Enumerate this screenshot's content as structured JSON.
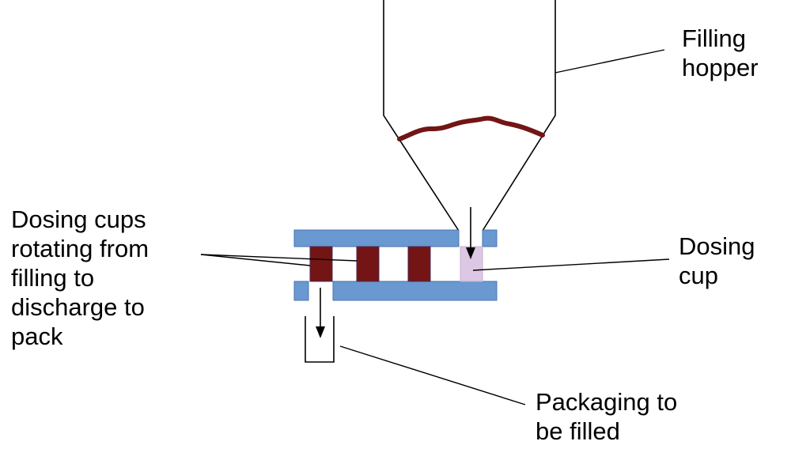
{
  "diagram": {
    "title": "Rotary dosing cup filler",
    "labels": {
      "filling_hopper": [
        "Filling",
        "hopper"
      ],
      "dosing_cups": [
        "Dosing cups",
        "rotating from",
        "filling to",
        "discharge to",
        "pack"
      ],
      "dosing_cup": [
        "Dosing",
        "cup"
      ],
      "packaging": [
        "Packaging to",
        "be filled"
      ]
    },
    "components": [
      {
        "id": "hopper",
        "name": "Filling hopper"
      },
      {
        "id": "product-level",
        "name": "Product level in hopper"
      },
      {
        "id": "top-plate",
        "name": "Top plate with filling opening"
      },
      {
        "id": "bottom-plate",
        "name": "Bottom plate with discharge opening"
      },
      {
        "id": "dosing-cups",
        "name": "Dosing cups (filled)",
        "count": 3
      },
      {
        "id": "dosing-cup-filling",
        "name": "Dosing cup being filled"
      },
      {
        "id": "package",
        "name": "Packaging to be filled"
      }
    ],
    "flows": [
      {
        "from": "hopper",
        "to": "dosing-cup-filling",
        "type": "arrow"
      },
      {
        "from": "dosing-cups",
        "to": "package",
        "type": "arrow"
      }
    ],
    "colors": {
      "plate": "#6a98d0",
      "plate_border": "#4a76b0",
      "filled_cup": "#731515",
      "empty_cup_fill": "#dcc8e4",
      "line": "#000000"
    }
  }
}
